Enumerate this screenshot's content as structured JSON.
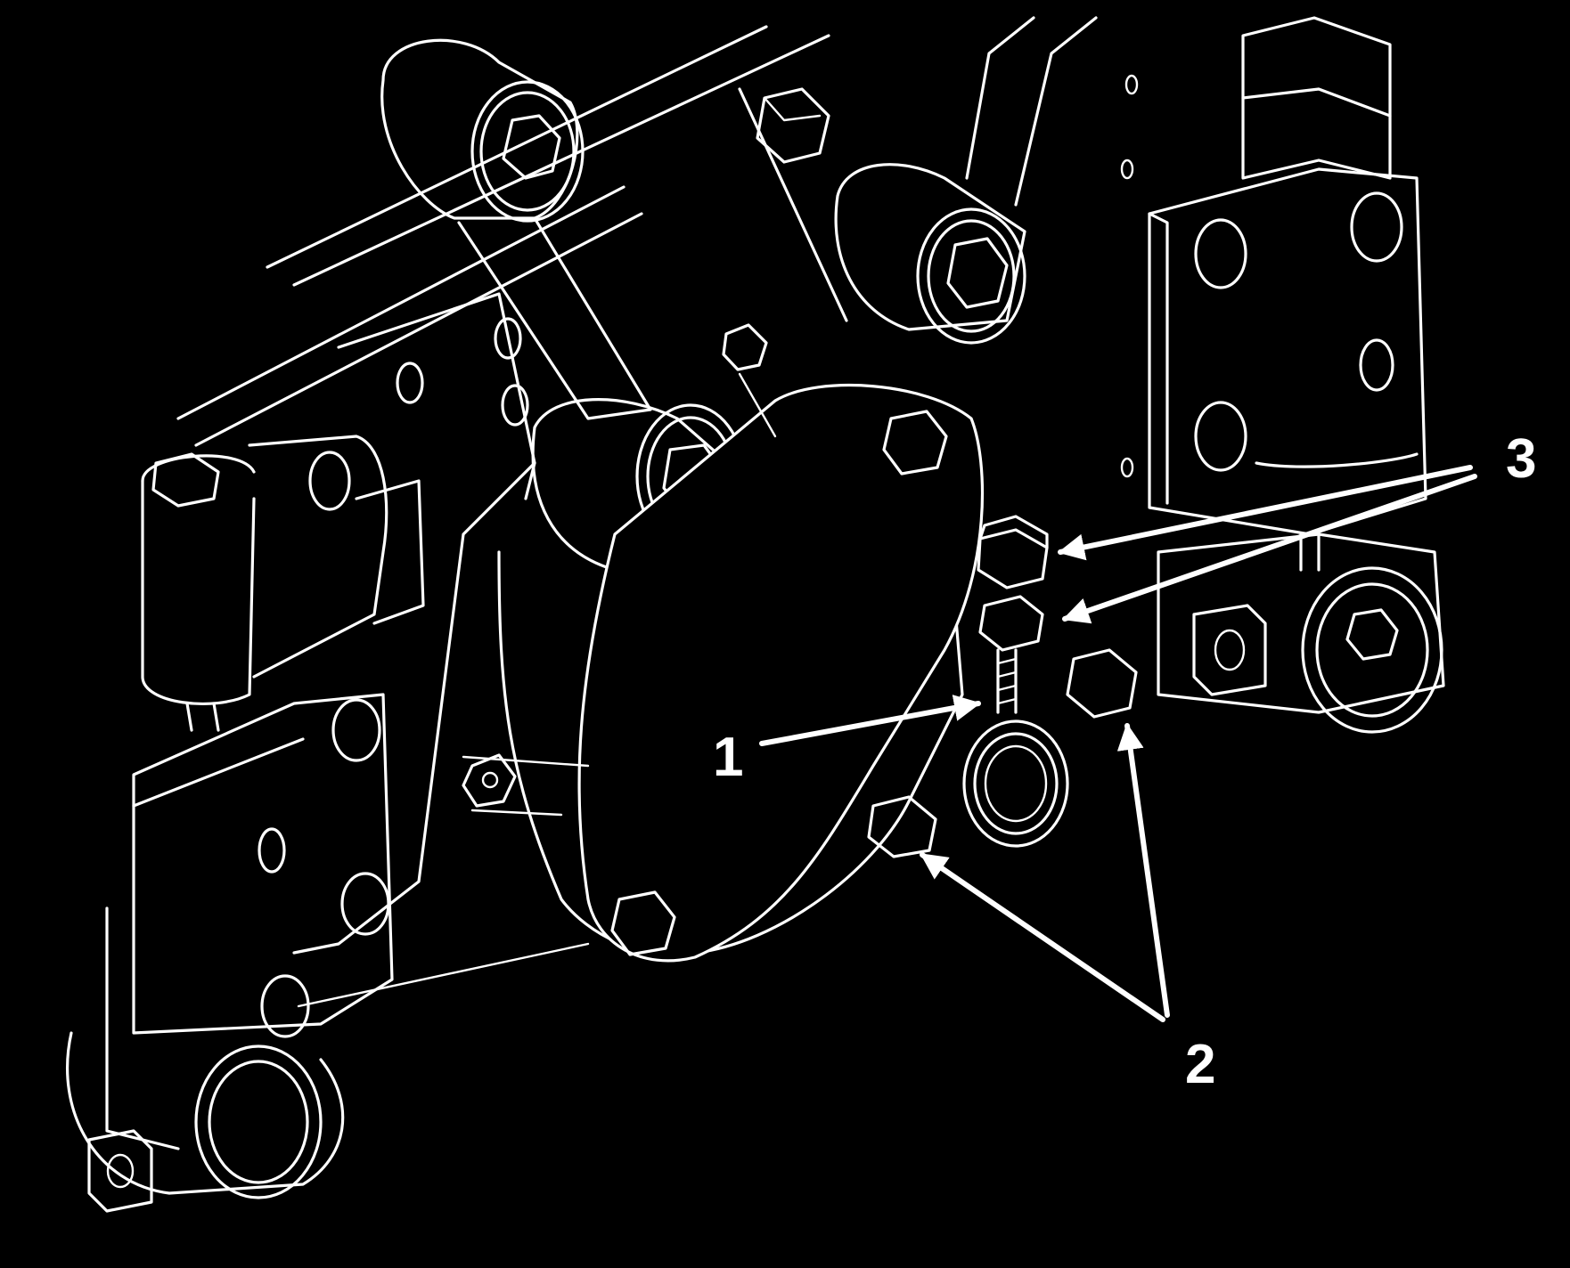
{
  "figure": {
    "background": "#000000",
    "line_color": "#ffffff",
    "callouts": [
      {
        "id": "1",
        "text": "1"
      },
      {
        "id": "2",
        "text": "2"
      },
      {
        "id": "3",
        "text": "3"
      }
    ]
  }
}
